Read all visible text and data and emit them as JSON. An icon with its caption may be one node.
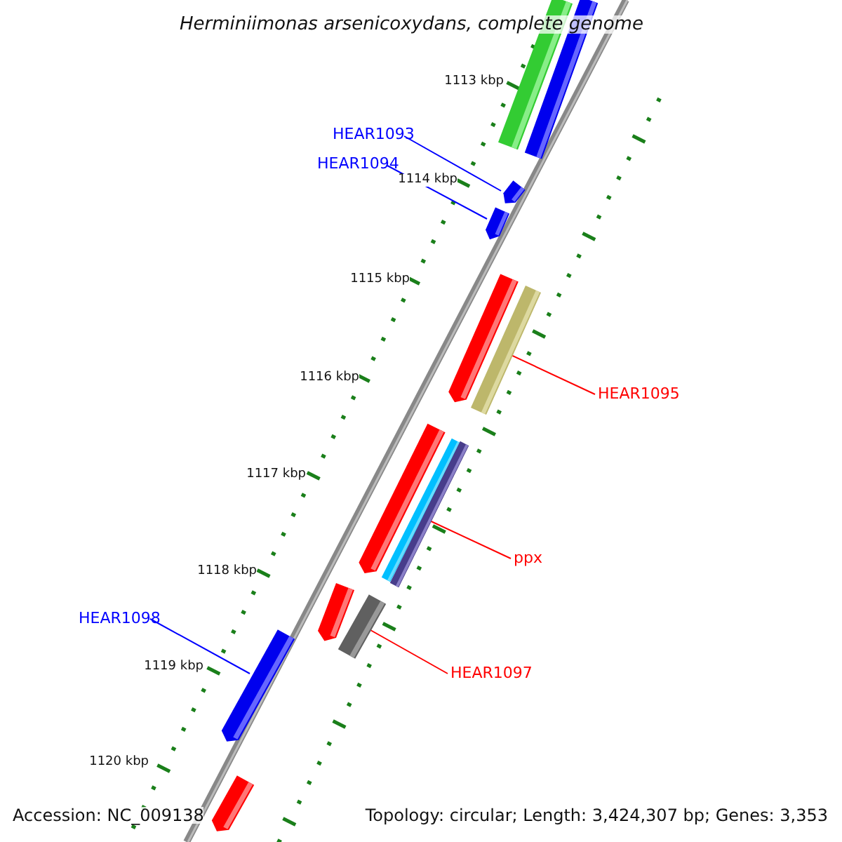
{
  "diagram": {
    "title": "Herminiimonas arsenicoxydans, complete genome",
    "nodes": [
      {
        "text": [
          "HEAR1093"
        ]
      },
      {
        "text": [],
        "shape": "bar"
      },
      {
        "text": [
          "HEAR1094"
        ]
      },
      {
        "text": [],
        "shape": "bar"
      },
      {
        "text": [
          "HEAR1095"
        ]
      },
      {
        "text": [],
        "shape": "bar"
      },
      {
        "text": [
          "ppx"
        ]
      },
      {
        "text": [],
        "shape": "bar"
      },
      {
        "text": [
          "HEAR1097"
        ]
      },
      {
        "text": [],
        "shape": "bar"
      },
      {
        "text": [
          "HEAR1098"
        ]
      },
      {
        "text": [],
        "shape": "bar"
      }
    ],
    "edges": [
      {
        "from": 0,
        "to": 1,
        "arrow": "none"
      },
      {
        "from": 2,
        "to": 3,
        "arrow": "none"
      },
      {
        "from": 4,
        "to": 5,
        "arrow": "none",
        "color": "#ff0000"
      },
      {
        "from": 6,
        "to": 7,
        "arrow": "none",
        "color": "#ff0000"
      },
      {
        "from": 8,
        "to": 9,
        "arrow": "none",
        "color": "#ff0000"
      },
      {
        "from": 10,
        "to": 11,
        "arrow": "none"
      }
    ],
    "labels": [
      "1113 kbp",
      "1114 kbp",
      "1115 kbp",
      "1116 kbp",
      "1117 kbp",
      "1118 kbp",
      "1119 kbp",
      "1120 kbp",
      "Accession: NC_009138",
      "Topology: circular; Length: 3,424,307 bp; Genes: 3,353"
    ]
  }
}
